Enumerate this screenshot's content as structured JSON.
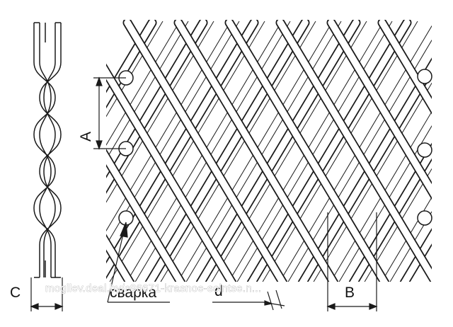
{
  "labels": {
    "a": "A",
    "b": "B",
    "c": "C",
    "d": "d",
    "weld": "сварка"
  },
  "watermark": "mogilev.deal.by/c86671-krasnoe-solntse.n...",
  "colors": {
    "line": "#1a1a1a",
    "wire_fill": "#ffffff",
    "background": "#ffffff"
  }
}
